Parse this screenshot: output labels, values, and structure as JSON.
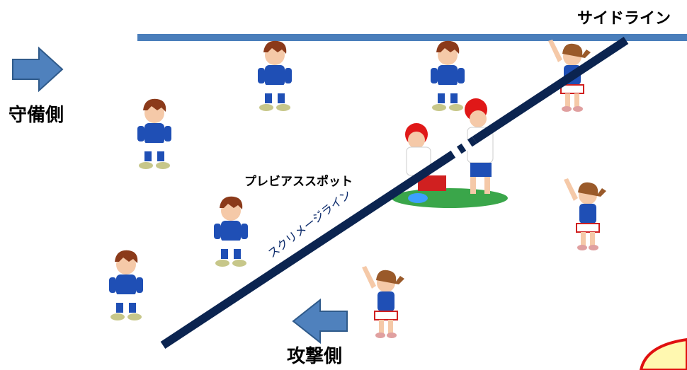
{
  "labels": {
    "sideline": "サイドライン",
    "defense_side": "守備側",
    "offense_side": "攻撃側",
    "previous_spot": "プレビアススポット",
    "scrimmage_line": "スクリメージライン"
  },
  "colors": {
    "sideline": "#4a7ebb",
    "scrimmage_line": "#0b2450",
    "arrow_fill": "#4f81bd",
    "arrow_stroke": "#2f5a8a",
    "jersey_blue": "#1f4fb5",
    "hair_brown": "#8b3a1a",
    "field_green": "#3aa64a",
    "corner_yellow": "#fff8b0",
    "corner_red": "#e01010"
  }
}
